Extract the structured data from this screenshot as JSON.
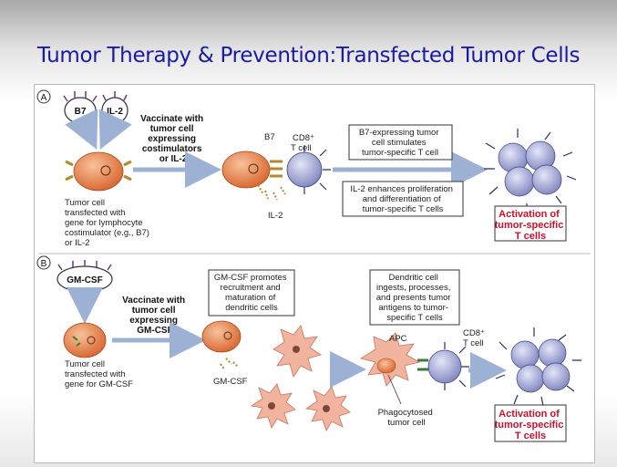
{
  "title": "Tumor Therapy & Prevention:Transfected Tumor Cells",
  "panel_a": {
    "marker": "A",
    "b7_tag": "B7",
    "il2_tag": "IL-2",
    "vaccinate": [
      "Vaccinate with",
      "tumor cell",
      "expressing",
      "costimulators",
      "or IL-2"
    ],
    "tumor_cell_desc": [
      "Tumor cell",
      "transfected with",
      "gene for lymphocyte",
      "costimulator (e.g., B7)",
      "or IL-2"
    ],
    "b7_label": "B7",
    "cd8_label": "CD8⁺",
    "tcell_label": "T cell",
    "il2_label": "IL-2",
    "box1": [
      "B7-expressing tumor",
      "cell stimulates",
      "tumor-specific T cell"
    ],
    "box2": [
      "IL-2 enhances proliferation",
      "and differentiation of",
      "tumor-specific T cells"
    ],
    "activation": [
      "Activation of",
      "tumor-specific",
      "T cells"
    ]
  },
  "panel_b": {
    "marker": "B",
    "gmcsf_tag": "GM-CSF",
    "vaccinate": [
      "Vaccinate with",
      "tumor cell",
      "expressing",
      "GM-CSF"
    ],
    "tumor_cell_desc": [
      "Tumor cell",
      "transfected with",
      "gene for GM-CSF"
    ],
    "gmcsf_label": "GM-CSF",
    "box1": [
      "GM-CSF promotes",
      "recruitment and",
      "maturation of",
      "dendritic cells"
    ],
    "box2": [
      "Dendritic cell",
      "ingests, processes,",
      "and presents tumor",
      "antigens to tumor-",
      "specific T cells"
    ],
    "apc_label": "APC",
    "cd8_label": "CD8⁺",
    "tcell_label": "T cell",
    "phago_label": [
      "Phagocytosed",
      "tumor cell"
    ],
    "activation": [
      "Activation of",
      "tumor-specific",
      "T cells"
    ]
  },
  "colors": {
    "title": "#1a1aa0",
    "tumor_cell": "#e07b45",
    "dendritic_cell": "#f2b49e",
    "t_cell": "#8e93c7",
    "arrow": "#9cb1d3",
    "activation_text": "#c8102e"
  }
}
